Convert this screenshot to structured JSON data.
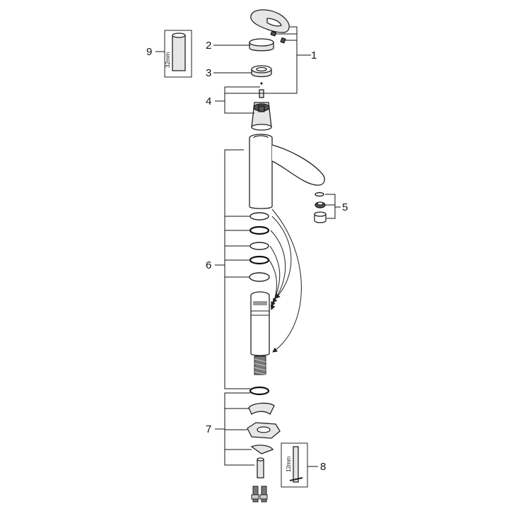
{
  "diagram": {
    "callouts": [
      {
        "id": "1",
        "label": "1"
      },
      {
        "id": "2",
        "label": "2"
      },
      {
        "id": "3",
        "label": "3"
      },
      {
        "id": "4",
        "label": "4"
      },
      {
        "id": "5",
        "label": "5"
      },
      {
        "id": "6",
        "label": "6"
      },
      {
        "id": "7",
        "label": "7"
      },
      {
        "id": "8",
        "label": "8"
      },
      {
        "id": "9",
        "label": "9"
      }
    ],
    "tool_9_size": "32mm",
    "tool_8_size": "12mm"
  }
}
